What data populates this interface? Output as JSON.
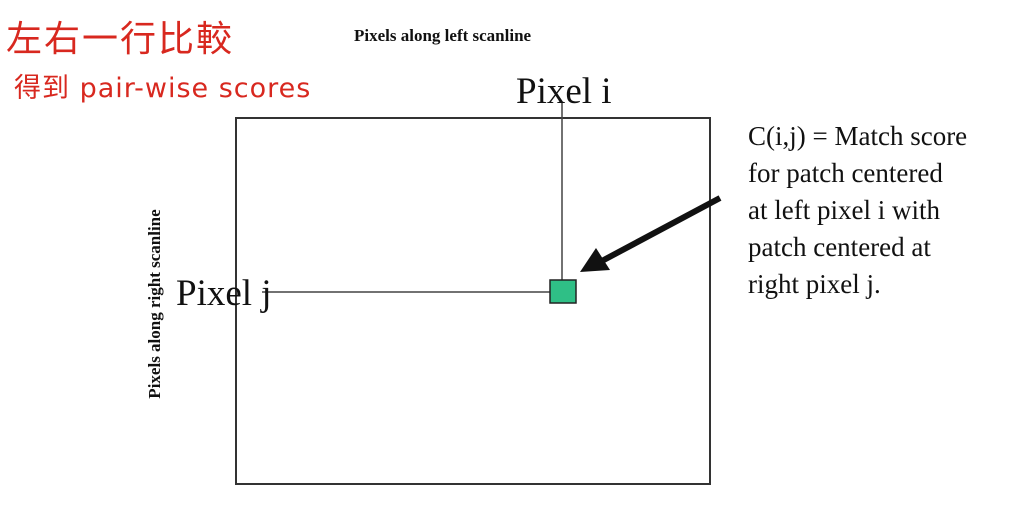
{
  "annotation": {
    "line1": "左右一行比較",
    "line2": "得到 pair-wise scores"
  },
  "axes": {
    "top_label": "Pixels along left scanline",
    "side_label": "Pixels along right scanline"
  },
  "markers": {
    "pixel_i": "Pixel i",
    "pixel_j": "Pixel j"
  },
  "description": {
    "lines": [
      "C(i,j) = Match score",
      "for patch centered",
      "at left pixel i with",
      "patch centered at",
      "right pixel j."
    ]
  },
  "colors": {
    "annotation": "#d8281f",
    "match_square": "#2fbf86",
    "lines": "#333333"
  }
}
